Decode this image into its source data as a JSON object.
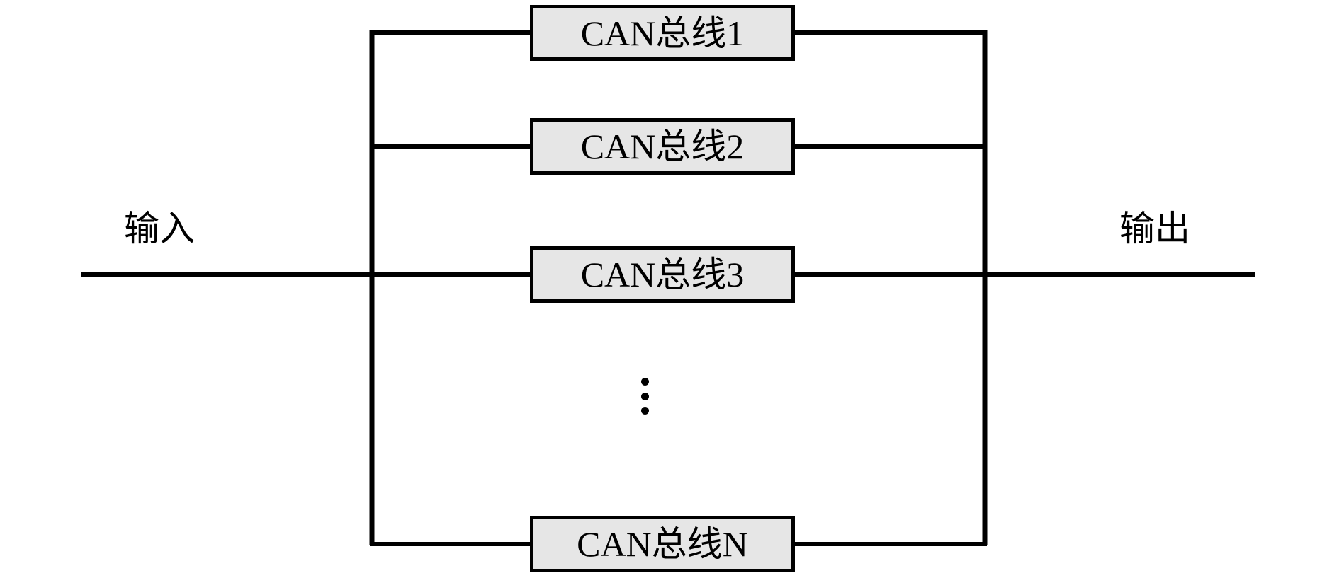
{
  "diagram": {
    "title": "CAN bus parallel redundancy block diagram",
    "style": {
      "line_color": "#000000",
      "box_fill": "#e6e6e6",
      "box_border": "#000000",
      "background": "#ffffff"
    },
    "input_label": "输入",
    "output_label": "输出",
    "ellipsis": "⋮",
    "nodes": [
      {
        "label": "CAN总线1"
      },
      {
        "label": "CAN总线2"
      },
      {
        "label": "CAN总线3"
      },
      {
        "label": "CAN总线N"
      }
    ]
  }
}
